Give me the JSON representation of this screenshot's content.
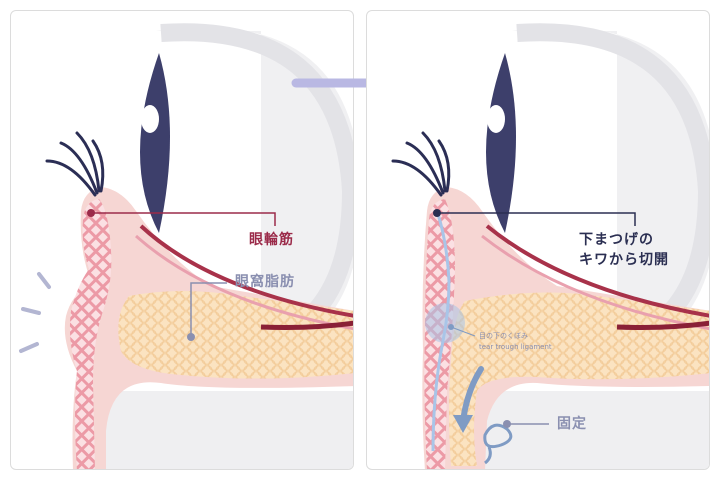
{
  "before": {
    "orbicularis_label": "眼輪筋",
    "orbital_fat_label": "眼窩脂肪"
  },
  "after": {
    "incision_label_line1": "下まつげの",
    "incision_label_line2": "キワから切開",
    "ligament_label_ja": "目の下のくぼみ",
    "ligament_label_en": "tear trough ligament",
    "fixation_label": "固定"
  },
  "colors": {
    "orbicularis": "#9b2b4a",
    "label_dark": "#2b2f52",
    "label_fat": "#8a8fb0",
    "pupil": "#3d3f6b",
    "skin": "#f6d6d3",
    "muscle": "#e98a98",
    "fat": "#fbe3c1",
    "suture": "#a9c5e8",
    "arrow": "#b9b8e3"
  },
  "icons": {
    "transition": "right-arrow-icon",
    "motion": "impact-lines-icon",
    "fat_move": "curved-down-arrow-icon",
    "suture": "suture-loop-icon"
  }
}
